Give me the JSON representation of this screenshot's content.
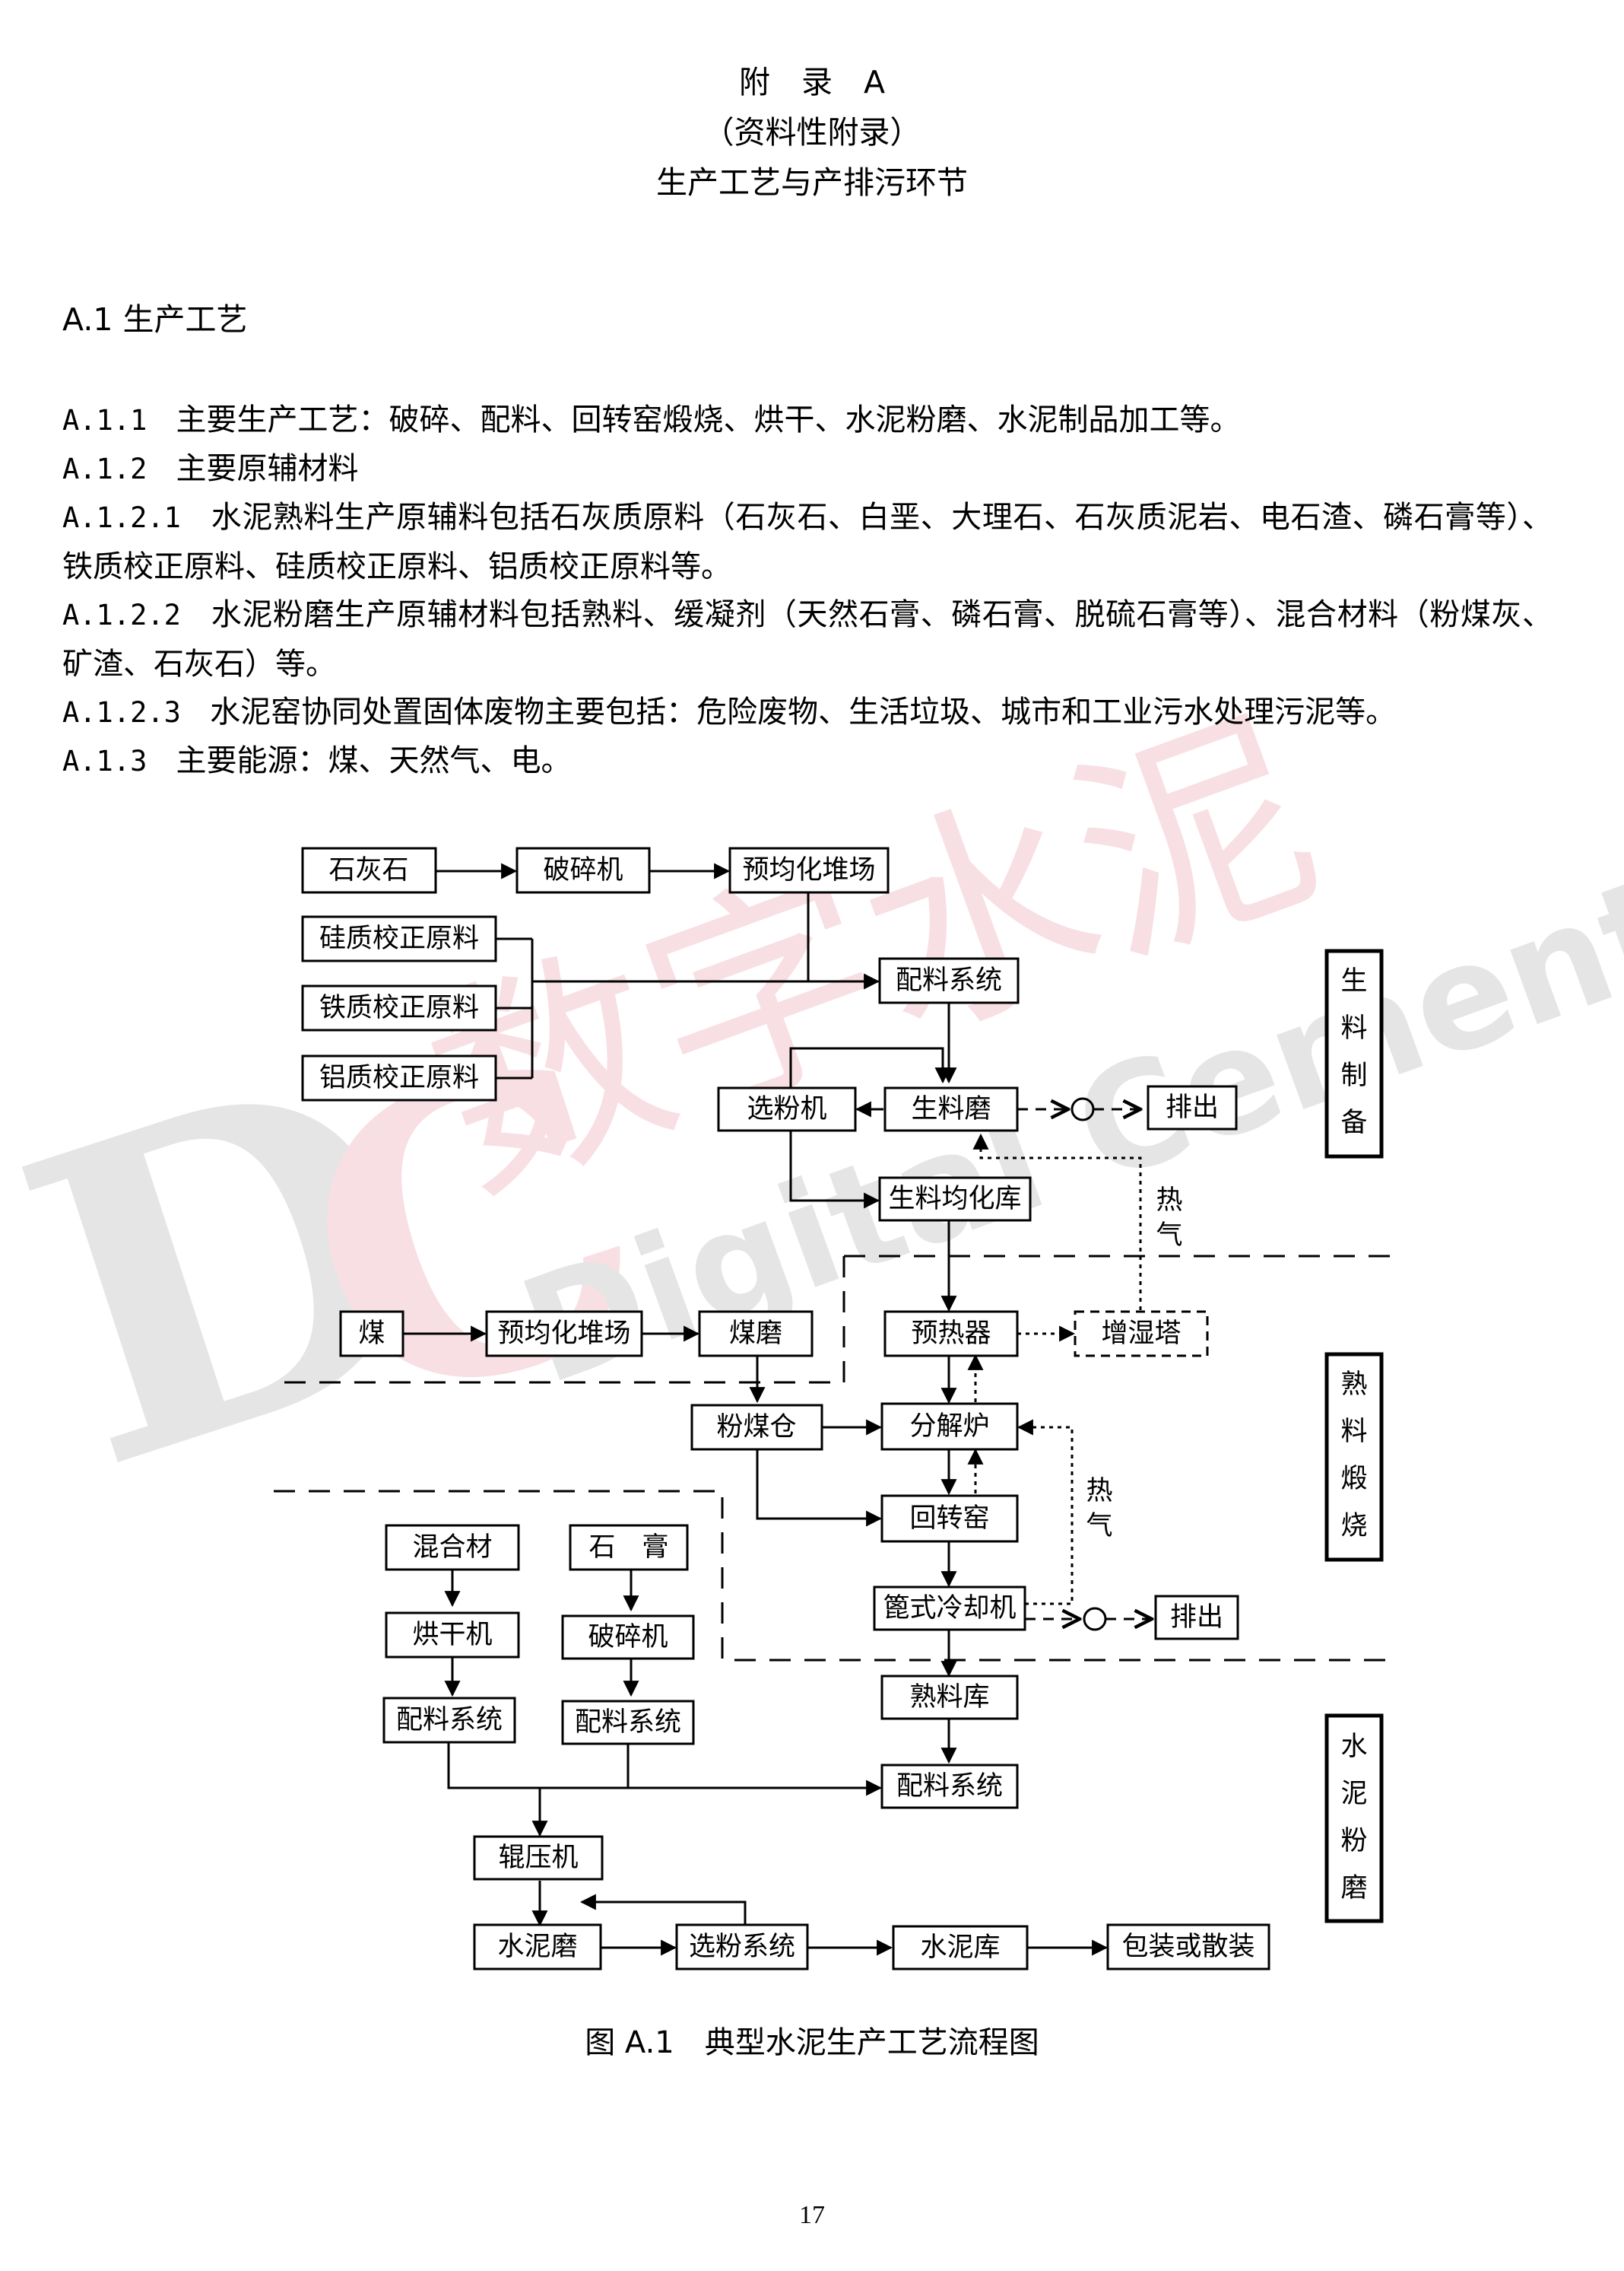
{
  "header": {
    "appendix": "附　录　A",
    "subtitle": "（资料性附录）",
    "title": "生产工艺与产排污环节"
  },
  "section": {
    "heading": "A.1 生产工艺",
    "paragraphs": [
      {
        "num": "A.1.1",
        "text": "主要生产工艺：破碎、配料、回转窑煅烧、烘干、水泥粉磨、水泥制品加工等。"
      },
      {
        "num": "A.1.2",
        "text": "主要原辅材料"
      },
      {
        "num": "A.1.2.1",
        "text": "水泥熟料生产原辅料包括石灰质原料（石灰石、白垩、大理石、石灰质泥岩、电石渣、磷石膏等）、铁质校正原料、硅质校正原料、铝质校正原料等。"
      },
      {
        "num": "A.1.2.2",
        "text": "水泥粉磨生产原辅材料包括熟料、缓凝剂（天然石膏、磷石膏、脱硫石膏等）、混合材料（粉煤灰、矿渣、石灰石）等。"
      },
      {
        "num": "A.1.2.3",
        "text": "水泥窑协同处置固体废物主要包括：危险废物、生活垃圾、城市和工业污水处理污泥等。"
      },
      {
        "num": "A.1.3",
        "text": "主要能源：煤、天然气、电。"
      }
    ]
  },
  "diagram": {
    "boxes": {
      "limestone": "石灰石",
      "crusher1": "破碎机",
      "prehomo1": "预均化堆场",
      "silica": "硅质校正原料",
      "iron": "铁质校正原料",
      "alumina": "铝质校正原料",
      "batching1": "配料系统",
      "separator1": "选粉机",
      "rawmill": "生料磨",
      "exhaust1": "排出",
      "rawsilo": "生料均化库",
      "coal": "煤",
      "prehomo2": "预均化堆场",
      "coalmill": "煤磨",
      "preheater": "预热器",
      "humidifier": "增湿塔",
      "coalbin": "粉煤仓",
      "calciner": "分解炉",
      "kiln": "回转窑",
      "cooler": "篦式冷却机",
      "exhaust2": "排出",
      "admixture": "混合材",
      "gypsum": "石　膏",
      "dryer": "烘干机",
      "crusher2": "破碎机",
      "batching2": "配料系统",
      "batching3": "配料系统",
      "clinkersilo": "熟料库",
      "batching4": "配料系统",
      "rollerpress": "辊压机",
      "cementmill": "水泥磨",
      "separator2": "选粉系统",
      "cementsilo": "水泥库",
      "packing": "包装或散装"
    },
    "stages": {
      "raw": [
        "生",
        "料",
        "制",
        "备"
      ],
      "clinker": [
        "熟",
        "料",
        "煅",
        "烧"
      ],
      "grinding": [
        "水",
        "泥",
        "粉",
        "磨"
      ]
    },
    "hot_gas_1": [
      "热",
      "气"
    ],
    "hot_gas_2": [
      "热",
      "气"
    ]
  },
  "watermark": {
    "logo": "DC",
    "cn": "数字水泥",
    "en": "Digital Cement",
    "color": "#d9a0a8"
  },
  "caption": "图 A.1　典型水泥生产工艺流程图",
  "page_number": "17"
}
